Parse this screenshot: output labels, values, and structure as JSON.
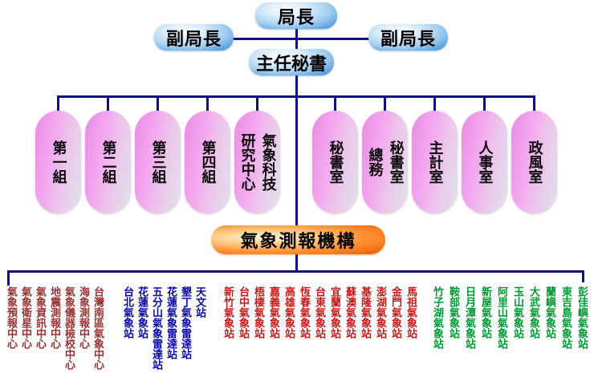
{
  "hierarchy": {
    "director": "局長",
    "deputy_director_left": "副局長",
    "deputy_director_right": "副局長",
    "chief_secretary": "主任秘書"
  },
  "divisions": [
    "第一組",
    "第二組",
    "第三組",
    "第四組",
    "氣象科技\n研究中心",
    "秘書室",
    "秘書室\n總務",
    "主計室",
    "人事室",
    "政風室"
  ],
  "observation_org": {
    "label": "氣象測報機構"
  },
  "station_groups": [
    {
      "name": "centers",
      "color": "#993333",
      "items": [
        "氣象預報中心",
        "氣象衛星中心",
        "氣象資訊中心",
        "地震測報中心",
        "氣象儀器檢校中心",
        "海象測報中心",
        "台灣南區氣象中心"
      ]
    },
    {
      "name": "stations-radar",
      "color": "#0909A6",
      "items": [
        "台北氣象站",
        "花蓮氣象站",
        "五分山氣象雷達站",
        "花蓮氣象雷達站",
        "墾丁氣象雷達站",
        "天文站"
      ]
    },
    {
      "name": "weather-stations",
      "color": "#CC1A1A",
      "items": [
        "新竹氣象站",
        "台中氣象站",
        "梧棲氣象站",
        "嘉義氣象站",
        "高雄氣象站",
        "恆春氣象站",
        "台東氣象站",
        "宜蘭氣象站",
        "蘇澳氣象站",
        "基隆氣象站",
        "澎湖氣象站",
        "金門氣象站",
        "馬祖氣象站"
      ]
    },
    {
      "name": "mountain-island-stations",
      "color": "#009933",
      "items": [
        "竹子湖氣象站",
        "鞍部氣象站",
        "日月潭氣象站",
        "新屋氣象站",
        "阿里山氣象站",
        "玉山氣象站",
        "大武氣象站",
        "蘭嶼氣象站",
        "東吉島氣象站",
        "彭佳嶼氣象站"
      ]
    }
  ],
  "colors": {
    "connector_line": "#10107E",
    "pill_blue": "#5BA3DF",
    "pill_purple": "#F3A9EF",
    "node_orange": "#FF7A1A"
  }
}
